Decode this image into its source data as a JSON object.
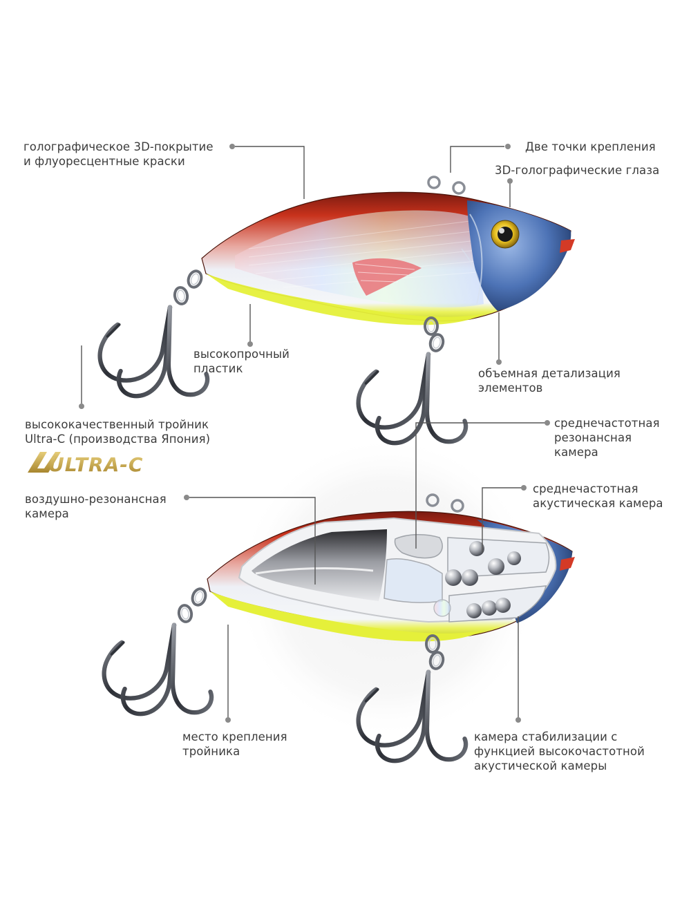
{
  "labels": {
    "holo_coating": "голографическое 3D-покрытие\nи флуоресцентные краски",
    "attach_points": "Две точки крепления",
    "holo_eyes": "3D-голографические глаза",
    "plastic": "высокопрочный\nпластик",
    "detail": "объемная детализация\nэлементов",
    "treble_hook": "высококачественный тройник\nUltra-C (производства Япония)",
    "mid_res_chamber": "среднечастотная\nрезонансная\nкамера",
    "air_res_chamber": "воздушно-резонансная\nкамера",
    "mid_acoustic": "среднечастотная\nакустическая камера",
    "hook_mount": "место крепления\nтройника",
    "stab_chamber": "камера стабилизации с\nфункцией высокочастотной\nакустической камеры"
  },
  "logo": {
    "text": "ULTRA-C"
  },
  "colors": {
    "back_red": "#c8321c",
    "head_blue": "#2b4f8c",
    "belly_yellow": "#e5f03a",
    "eye_gold": "#e8c020",
    "logo_gold": "#c8a64a"
  },
  "icons": [
    "treble-hook-icon",
    "split-ring-icon",
    "line-eye-icon"
  ]
}
